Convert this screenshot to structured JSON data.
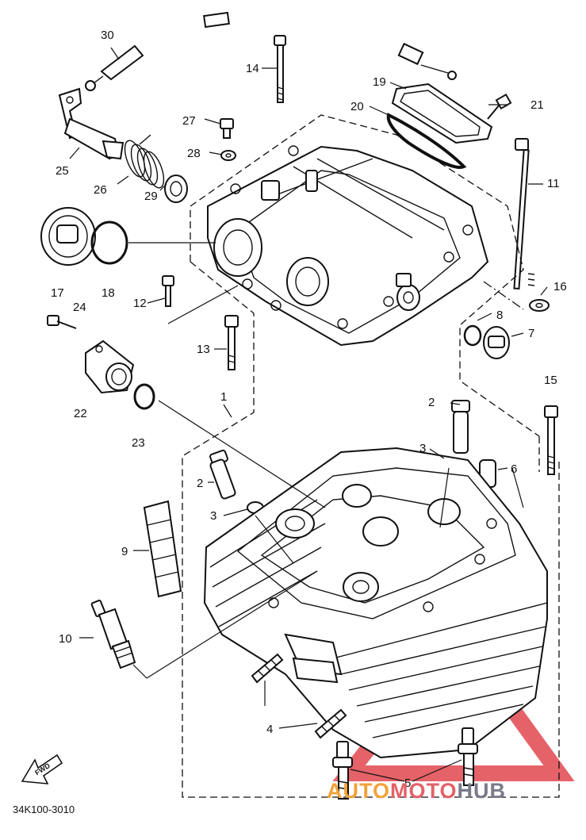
{
  "diagram": {
    "callouts": [
      {
        "id": "30",
        "text": "30"
      },
      {
        "id": "14",
        "text": "14"
      },
      {
        "id": "19",
        "text": "19"
      },
      {
        "id": "20",
        "text": "20"
      },
      {
        "id": "21",
        "text": "21"
      },
      {
        "id": "27",
        "text": "27"
      },
      {
        "id": "28",
        "text": "28"
      },
      {
        "id": "25",
        "text": "25"
      },
      {
        "id": "26",
        "text": "26"
      },
      {
        "id": "29",
        "text": "29"
      },
      {
        "id": "11",
        "text": "11"
      },
      {
        "id": "17",
        "text": "17"
      },
      {
        "id": "18",
        "text": "18"
      },
      {
        "id": "12",
        "text": "12"
      },
      {
        "id": "16",
        "text": "16"
      },
      {
        "id": "24",
        "text": "24"
      },
      {
        "id": "8",
        "text": "8"
      },
      {
        "id": "7",
        "text": "7"
      },
      {
        "id": "13",
        "text": "13"
      },
      {
        "id": "22",
        "text": "22"
      },
      {
        "id": "1",
        "text": "1"
      },
      {
        "id": "15",
        "text": "15"
      },
      {
        "id": "2a",
        "text": "2"
      },
      {
        "id": "23",
        "text": "23"
      },
      {
        "id": "3a",
        "text": "3"
      },
      {
        "id": "6",
        "text": "6"
      },
      {
        "id": "2b",
        "text": "2"
      },
      {
        "id": "3b",
        "text": "3"
      },
      {
        "id": "9",
        "text": "9"
      },
      {
        "id": "10",
        "text": "10"
      },
      {
        "id": "4",
        "text": "4"
      },
      {
        "id": "5",
        "text": "5"
      }
    ],
    "arrow_label": "FWD",
    "part_code": "34K100-3010"
  },
  "watermark": {
    "part1": "AUTO",
    "part2": "MOTO",
    "part3": "HUB",
    "colors": {
      "auto": "#f2a23a",
      "moto": "#e4616a",
      "hub": "#7a7a8a",
      "triangle": "#e0474f"
    }
  }
}
